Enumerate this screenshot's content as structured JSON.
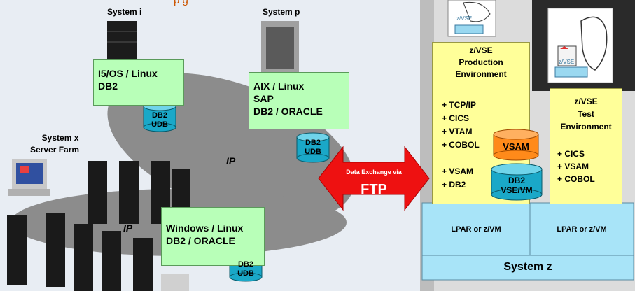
{
  "title_fragment": "p      g",
  "labels": {
    "system_i": "System i",
    "system_p": "System p",
    "system_x_line1": "System x",
    "system_x_line2": "Server Farm",
    "ip_upper": "IP",
    "ip_lower": "IP"
  },
  "system_i_box": {
    "line1": "I5/OS / Linux",
    "line2": "DB2"
  },
  "system_p_box": {
    "line1": "AIX / Linux",
    "line2": "SAP",
    "line3": "DB2 / ORACLE"
  },
  "windows_box": {
    "line1": "Windows / Linux",
    "line2": "DB2 / ORACLE"
  },
  "db_udb": {
    "line1": "DB2",
    "line2": "UDB"
  },
  "arrow": {
    "line1": "Data Exchange via",
    "line2": "FTP"
  },
  "prod": {
    "title1": "z/VSE",
    "title2": "Production",
    "title3": "Environment",
    "items": [
      "+ TCP/IP",
      "+ CICS",
      "+ VTAM",
      "+ COBOL",
      "+ VSAM",
      "+ DB2"
    ]
  },
  "test": {
    "title1": "z/VSE",
    "title2": "Test",
    "title3": "Environment",
    "items": [
      "+ CICS",
      "+ VSAM",
      "+ COBOL"
    ]
  },
  "vsam_cyl": "VSAM",
  "db2vse_cyl": {
    "line1": "DB2",
    "line2": "VSE/VM"
  },
  "lpar_left": "LPAR or z/VM",
  "lpar_right": "LPAR or z/VM",
  "system_z": "System z",
  "mascot_text": "z/VSE",
  "colors": {
    "box_green": "#b8ffb8",
    "box_yellow": "#ffff99",
    "arrow_red": "#ee1111",
    "cylinder_teal": "#1aa8c8",
    "cylinder_orange": "#ff8a1a",
    "sysz_blue": "#a8e4f8",
    "ellipse_gray": "#8c8c8c"
  }
}
